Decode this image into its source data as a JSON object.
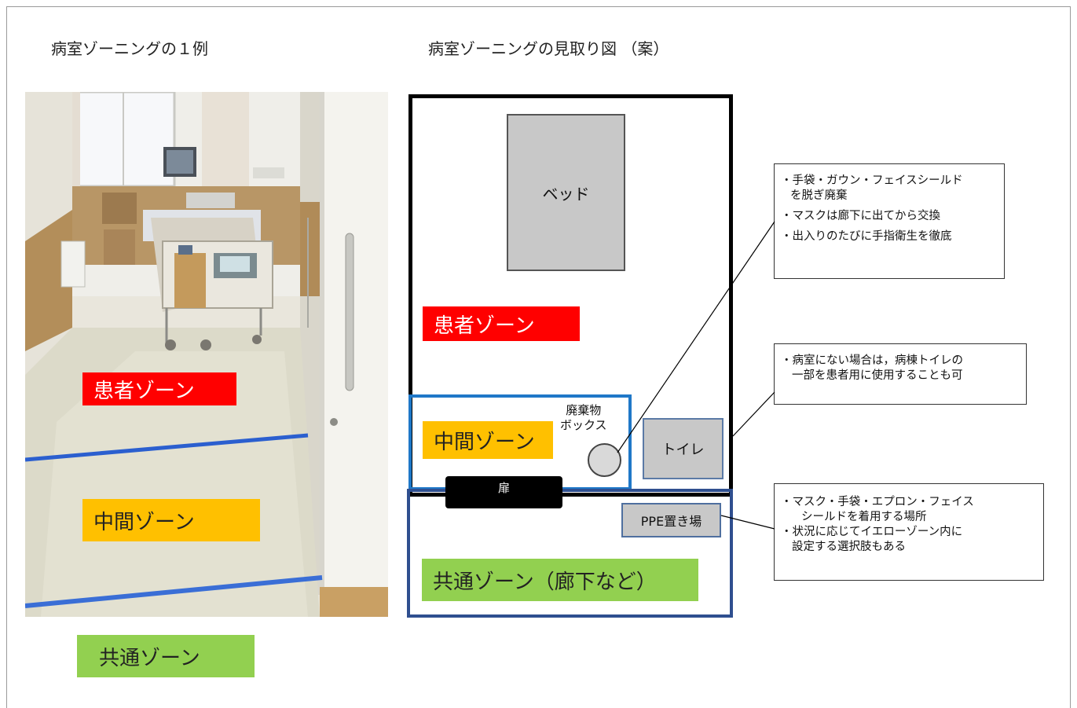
{
  "headings": {
    "left": "病室ゾーニングの１例",
    "right": "病室ゾーニングの見取り図 （案）"
  },
  "photo_labels": {
    "patient_zone": "患者ゾーン",
    "intermediate_zone": "中間ゾーン",
    "common_zone": "共通ゾーン"
  },
  "floor_plan": {
    "bed": "ベッド",
    "patient_zone": "患者ゾーン",
    "intermediate_zone": "中間ゾーン",
    "waste_box_line1": "廃棄物",
    "waste_box_line2": "ボックス",
    "toilet": "トイレ",
    "door": "扉",
    "ppe_station": "PPE置き場",
    "common_zone": "共通ゾーン（廊下など）"
  },
  "notes": {
    "waste": {
      "line1": "・手袋・ガウン・フェイスシールド",
      "line2": "を脱ぎ廃棄",
      "line3": "・マスクは廊下に出てから交換",
      "line4": "・出入りのたびに手指衛生を徹底"
    },
    "toilet": {
      "line1": "・病室にない場合は，病棟トイレの",
      "line2": "一部を患者用に使用することも可"
    },
    "ppe": {
      "line1": "・マスク・手袋・エプロン・フェイス",
      "line2": "シールドを着用する場所",
      "line3": "・状況に応じてイエローゾーン内に",
      "line4": "設定する選択肢もある"
    }
  },
  "colors": {
    "patient_zone": "#ff0000",
    "intermediate_zone": "#ffc000",
    "common_zone": "#92d050",
    "intermediate_border": "#1f78c8",
    "common_border": "#2f4f8f",
    "floor_tape": "#2b5fcf"
  }
}
